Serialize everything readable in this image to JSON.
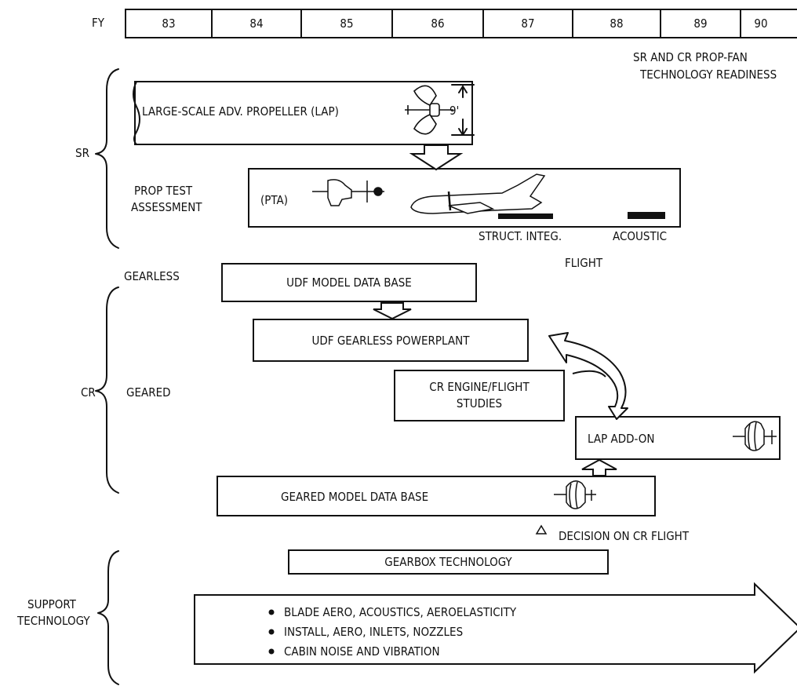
{
  "timeline": {
    "label": "FY",
    "years": [
      "83",
      "84",
      "85",
      "86",
      "87",
      "88",
      "89",
      "90"
    ]
  },
  "readiness": {
    "line1": "SR AND CR PROP-FAN",
    "line2": "TECHNOLOGY READINESS"
  },
  "groups": {
    "sr": "SR",
    "cr": "CR",
    "support_line1": "SUPPORT",
    "support_line2": "TECHNOLOGY"
  },
  "sr": {
    "lap_label": "LARGE-SCALE ADV. PROPELLER (LAP)",
    "lap_dimension": "9'",
    "pta_side_line1": "PROP TEST",
    "pta_side_line2": "ASSESSMENT",
    "pta_label": "(PTA)",
    "struct_label": "STRUCT. INTEG.",
    "acoustic_label": "ACOUSTIC",
    "flight_label": "FLIGHT"
  },
  "cr": {
    "gearless_label": "GEARLESS",
    "geared_label": "GEARED",
    "udf_model": "UDF MODEL DATA BASE",
    "udf_powerplant": "UDF GEARLESS POWERPLANT",
    "engine_studies_line1": "CR ENGINE/FLIGHT",
    "engine_studies_line2": "STUDIES",
    "lap_addon": "LAP ADD-ON",
    "geared_model": "GEARED MODEL DATA BASE",
    "decision": "DECISION ON CR FLIGHT"
  },
  "support": {
    "gearbox": "GEARBOX TECHNOLOGY",
    "bullets": [
      "BLADE AERO, ACOUSTICS, AEROELASTICITY",
      "INSTALL, AERO, INLETS, NOZZLES",
      "CABIN NOISE AND VIBRATION"
    ]
  }
}
